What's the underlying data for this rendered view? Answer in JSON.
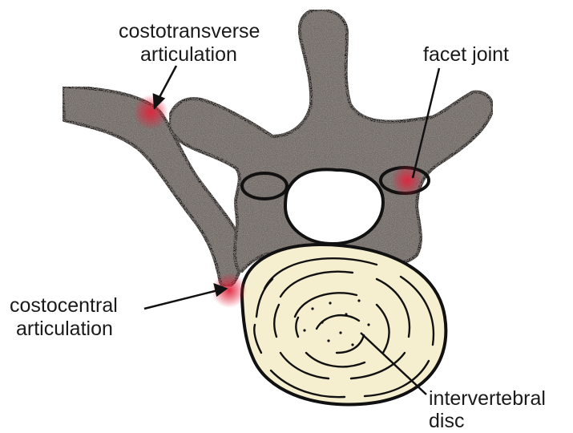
{
  "labels": {
    "costotransverse_line1": "costotransverse",
    "costotransverse_line2": "articulation",
    "facet": "facet joint",
    "costocentral_line1": "costocentral",
    "costocentral_line2": "articulation",
    "disc_line1": "intervertebral",
    "disc_line2": "disc"
  },
  "colors": {
    "bone": "#8a8380",
    "bone_speckle": "#2e2a28",
    "outline": "#111111",
    "disc_fill": "#f6efcf",
    "joint_highlight": "#e0243c",
    "text": "#1a1a1a"
  }
}
